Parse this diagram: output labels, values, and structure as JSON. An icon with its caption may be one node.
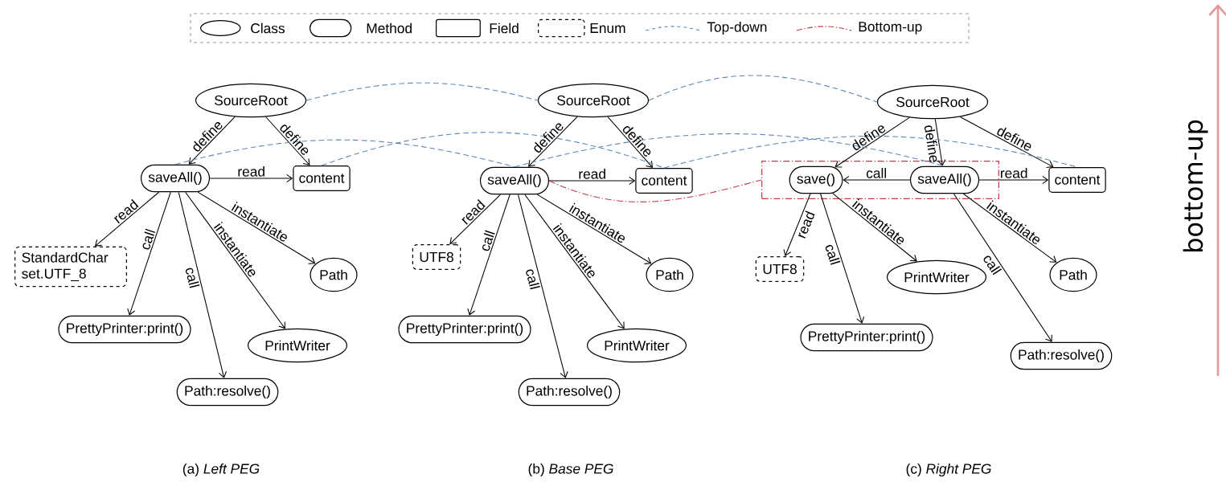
{
  "diagram": {
    "nodes": [
      {
        "text": [
          "SourceRoot"
        ]
      },
      {
        "text": [
          "saveAll()"
        ]
      },
      {
        "text": [
          "content"
        ]
      },
      {
        "text": [
          "StandardChar set.UTF_8"
        ]
      },
      {
        "text": [
          "Path"
        ]
      },
      {
        "text": [
          "PrettyPrinter:print()"
        ]
      },
      {
        "text": [
          "PrintWriter"
        ]
      },
      {
        "text": [
          "Path:resolve()"
        ]
      },
      {
        "text": [
          "SourceRoot"
        ]
      },
      {
        "text": [
          "saveAll()"
        ]
      },
      {
        "text": [
          "content"
        ]
      },
      {
        "text": [
          "UTF8"
        ]
      },
      {
        "text": [
          "Path"
        ]
      },
      {
        "text": [
          "PrettyPrinter:print()"
        ]
      },
      {
        "text": [
          "PrintWriter"
        ]
      },
      {
        "text": [
          "Path:resolve()"
        ]
      },
      {
        "text": [
          "SourceRoot"
        ]
      },
      {
        "text": [],
        "shape": "box"
      },
      {
        "text": [
          "save()"
        ],
        "in": 17
      },
      {
        "text": [
          "saveAll()"
        ],
        "in": 17
      },
      {
        "text": [
          "content"
        ]
      },
      {
        "text": [
          "UTF8"
        ]
      },
      {
        "text": [
          "PrintWriter"
        ]
      },
      {
        "text": [
          "Path"
        ]
      },
      {
        "text": [
          "PrettyPrinter:print()"
        ]
      },
      {
        "text": [
          "Path:resolve()"
        ]
      }
    ],
    "edges": [
      {
        "from": 0,
        "to": 1,
        "arrow": "to",
        "label": "define"
      },
      {
        "from": 0,
        "to": 2,
        "arrow": "to",
        "label": "define"
      },
      {
        "from": 1,
        "to": 2,
        "arrow": "to",
        "label": "read"
      },
      {
        "from": 1,
        "to": 3,
        "arrow": "to",
        "label": "read"
      },
      {
        "from": 1,
        "to": 5,
        "arrow": "to",
        "label": "call"
      },
      {
        "from": 1,
        "to": 7,
        "arrow": "to",
        "label": "call"
      },
      {
        "from": 1,
        "to": 6,
        "arrow": "to",
        "label": "instantiate"
      },
      {
        "from": 1,
        "to": 4,
        "arrow": "to",
        "label": "instantiate"
      },
      {
        "from": 8,
        "to": 9,
        "arrow": "to",
        "label": "define"
      },
      {
        "from": 8,
        "to": 10,
        "arrow": "to",
        "label": "define"
      },
      {
        "from": 9,
        "to": 10,
        "arrow": "to",
        "label": "read"
      },
      {
        "from": 9,
        "to": 11,
        "arrow": "to",
        "label": "read"
      },
      {
        "from": 9,
        "to": 13,
        "arrow": "to",
        "label": "call"
      },
      {
        "from": 9,
        "to": 15,
        "arrow": "to",
        "label": "call"
      },
      {
        "from": 9,
        "to": 14,
        "arrow": "to",
        "label": "instantiate"
      },
      {
        "from": 9,
        "to": 12,
        "arrow": "to",
        "label": "instantiate"
      },
      {
        "from": 16,
        "to": 18,
        "arrow": "to",
        "label": "define"
      },
      {
        "from": 16,
        "to": 19,
        "arrow": "to",
        "label": "define"
      },
      {
        "from": 16,
        "to": 20,
        "arrow": "to",
        "label": "define"
      },
      {
        "from": 19,
        "to": 18,
        "arrow": "to",
        "label": "call"
      },
      {
        "from": 19,
        "to": 20,
        "arrow": "to",
        "label": "read"
      },
      {
        "from": 18,
        "to": 21,
        "arrow": "to",
        "label": "read"
      },
      {
        "from": 18,
        "to": 24,
        "arrow": "to",
        "label": "call"
      },
      {
        "from": 18,
        "to": 22,
        "arrow": "to",
        "label": "instantiate"
      },
      {
        "from": 19,
        "to": 23,
        "arrow": "to",
        "label": "instantiate"
      },
      {
        "from": 19,
        "to": 25,
        "arrow": "to",
        "label": "call"
      },
      {
        "from": 0,
        "to": 8,
        "arrow": "none",
        "style": "dashed",
        "color": "#5b87b5"
      },
      {
        "from": 8,
        "to": 16,
        "arrow": "none",
        "style": "dashed",
        "color": "#5b87b5"
      },
      {
        "from": 1,
        "to": 9,
        "arrow": "none",
        "style": "dashed",
        "color": "#5b87b5"
      },
      {
        "from": 2,
        "to": 10,
        "arrow": "none",
        "style": "dashed",
        "color": "#5b87b5"
      },
      {
        "from": 9,
        "to": 19,
        "arrow": "none",
        "style": "dashed",
        "color": "#5b87b5"
      },
      {
        "from": 10,
        "to": 20,
        "arrow": "none",
        "style": "dashed",
        "color": "#5b87b5"
      },
      {
        "from": 9,
        "to": 17,
        "arrow": "none",
        "style": "dashed",
        "color": "#c0394a"
      }
    ],
    "labels": [
      "(a) *Left PEG*",
      "(b) *Base PEG*",
      "(c) *Right PEG*",
      "bottom-up"
    ],
    "legend": [
      {
        "text": "Class"
      },
      {
        "text": "Method"
      },
      {
        "text": "Field"
      },
      {
        "text": "Enum"
      },
      {
        "text": "Top-down"
      },
      {
        "text": "Bottom-up"
      }
    ]
  }
}
